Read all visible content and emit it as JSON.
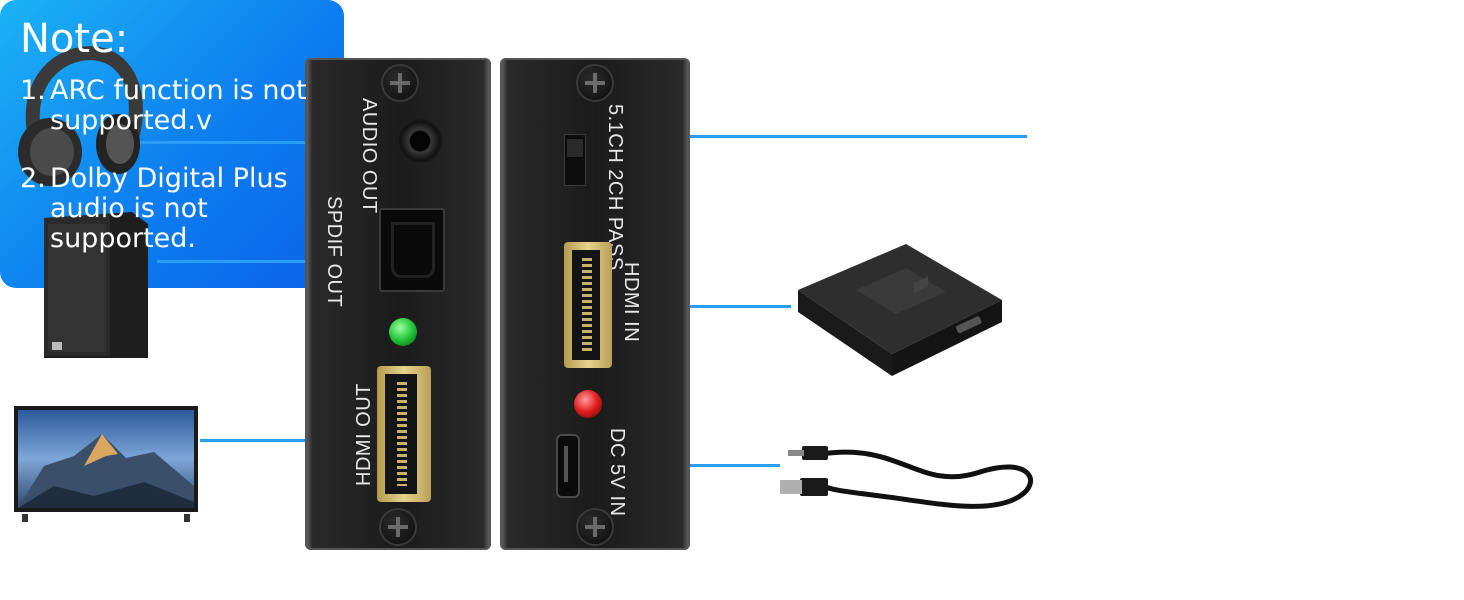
{
  "note": {
    "title": "Note:",
    "items": [
      {
        "num": "1.",
        "text": "ARC function is not supported.v"
      },
      {
        "num": "2.",
        "text": "Dolby Digital Plus audio is not supported."
      }
    ]
  },
  "device": {
    "left_panel": {
      "audio_out": "AUDIO OUT",
      "spdif_out": "SPDIF OUT",
      "hdmi_out": "HDMI OUT"
    },
    "right_panel": {
      "switch": "5.1CH 2CH PASS",
      "hdmi_in": "HDMI IN",
      "dc_in": "DC 5V IN"
    }
  },
  "colors": {
    "accent_line": "#2a9df4",
    "note_bg": "#0d7ef0",
    "led_green": "#22c43a",
    "led_red": "#e01b1b"
  },
  "icons": [
    "headphones-icon",
    "speaker-icon",
    "tv-icon",
    "tv-box-icon",
    "usb-cable-icon"
  ]
}
